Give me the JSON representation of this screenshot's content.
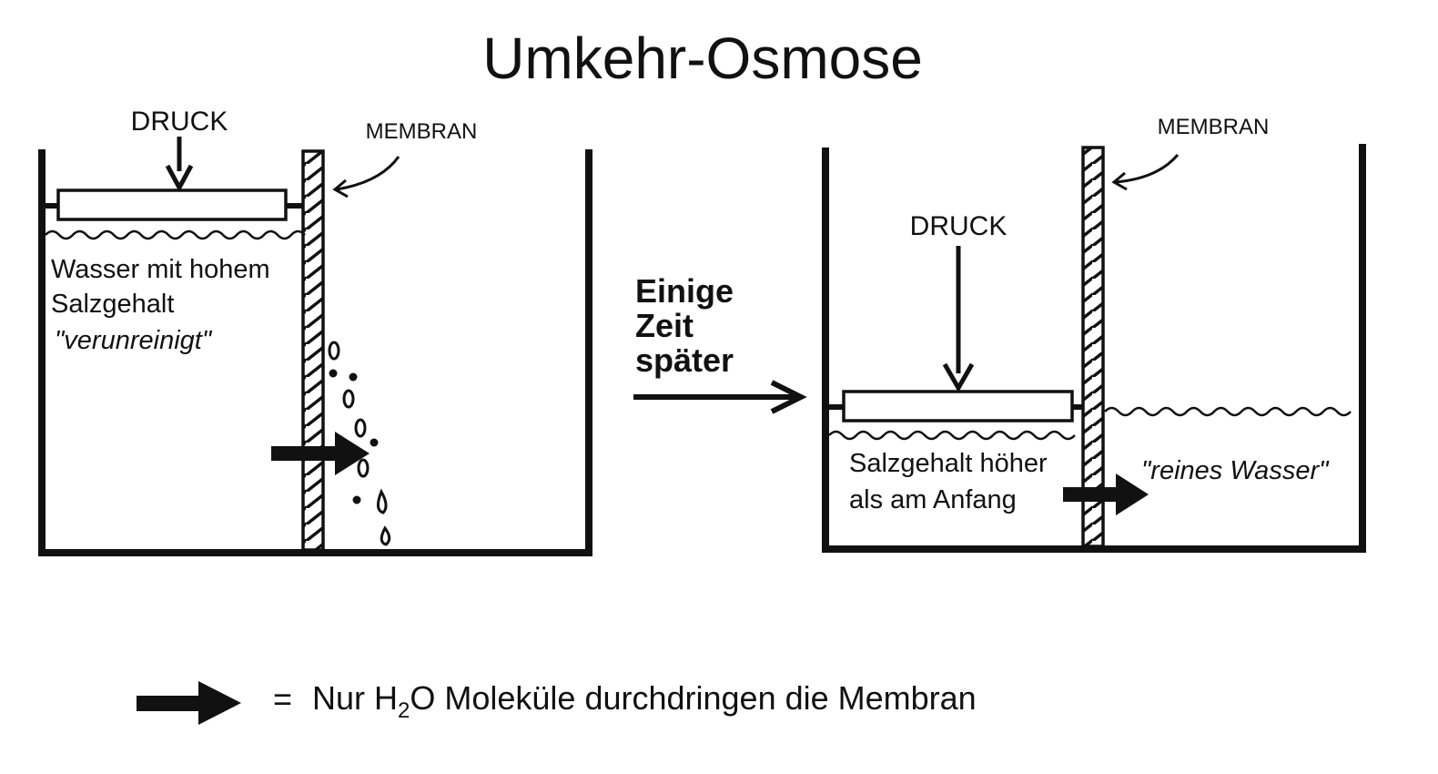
{
  "title": "Umkehr-Osmose",
  "left_panel": {
    "pressure_label": "DRUCK",
    "membrane_label": "MEMBRAN",
    "water_line1": "Wasser mit hohem",
    "water_line2": "Salzgehalt",
    "water_line3": "\"verunreinigt\""
  },
  "transition": {
    "line1": "Einige",
    "line2": "Zeit",
    "line3": "später"
  },
  "right_panel": {
    "pressure_label": "DRUCK",
    "membrane_label": "MEMBRAN",
    "salt_line1": "Salzgehalt höher",
    "salt_line2": "als am Anfang",
    "pure_water": "\"reines Wasser\""
  },
  "legend": {
    "equals": "=",
    "text_before": "Nur H",
    "subscript": "2",
    "text_after": "O Moleküle durchdringen die Membran"
  },
  "colors": {
    "ink": "#111111",
    "background": "#ffffff"
  }
}
